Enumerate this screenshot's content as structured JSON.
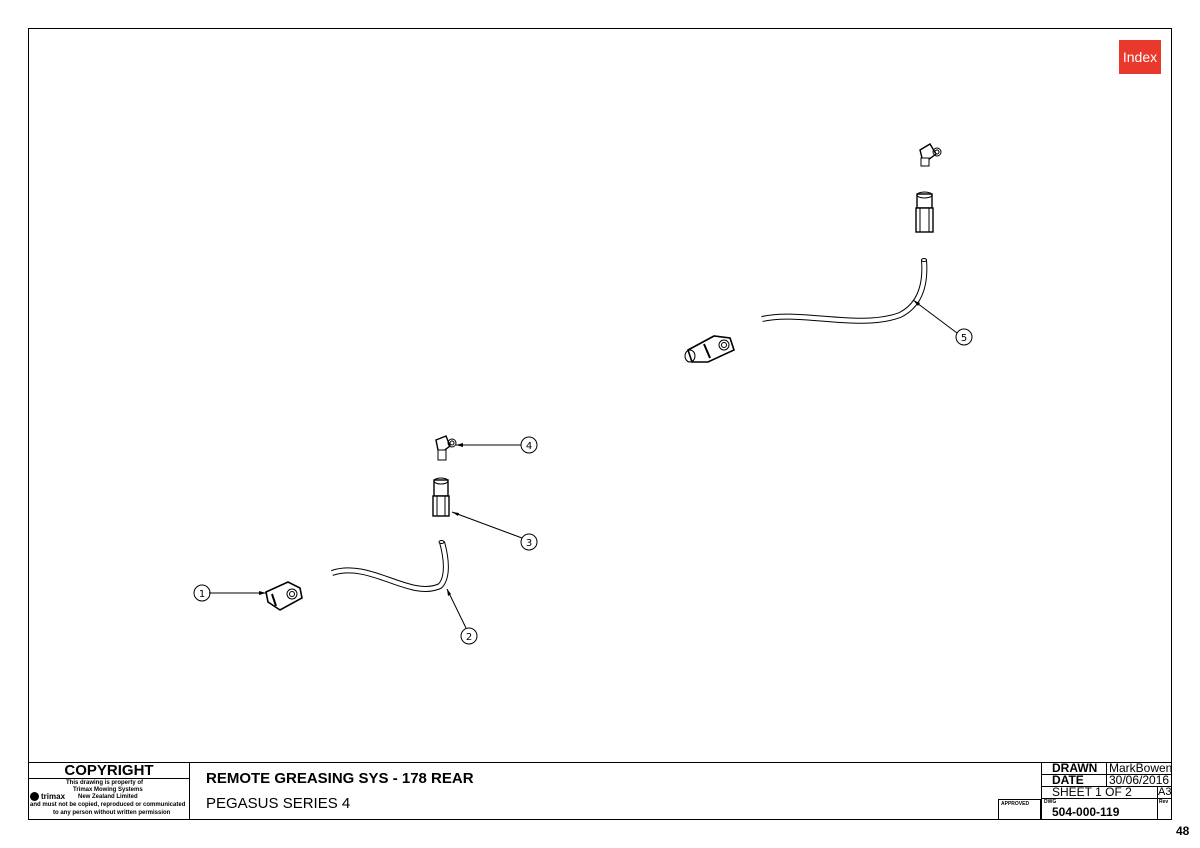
{
  "header": {
    "index_button": "Index"
  },
  "callouts": [
    "1",
    "2",
    "3",
    "4",
    "5"
  ],
  "title_block": {
    "copyright_title": "COPYRIGHT",
    "copyright_lines": [
      "This drawing is property of",
      "Trimax Mowing Systems",
      "New Zealand Limited",
      "and must not be copied, reproduced or communicated",
      "to any person without written permission"
    ],
    "logo_text": "trimax",
    "title": "REMOTE GREASING SYS - 178 REAR",
    "subtitle": "PEGASUS SERIES 4",
    "drawn_label": "DRAWN",
    "drawn_value": "MarkBowen",
    "date_label": "DATE",
    "date_value": "30/06/2016",
    "sheet": "SHEET 1 OF 2",
    "size": "A3",
    "approved_label": "APPROVED",
    "dwg_label": "DWG",
    "dwg_number": "504-000-119",
    "rev_label": "Rev"
  },
  "page_number": "48"
}
